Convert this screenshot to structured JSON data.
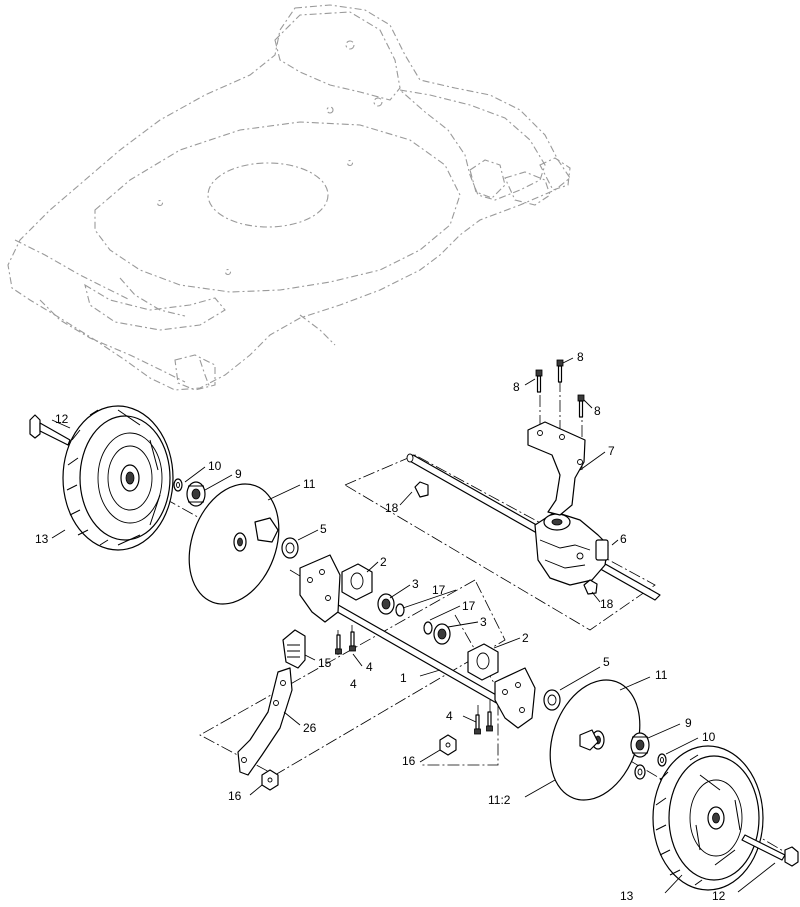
{
  "callouts": {
    "c1": "1",
    "c2a": "2",
    "c2b": "2",
    "c3a": "3",
    "c3b": "3",
    "c4a": "4",
    "c4b": "4",
    "c4c": "4",
    "c5a": "5",
    "c5b": "5",
    "c6": "6",
    "c7": "7",
    "c8a": "8",
    "c8b": "8",
    "c8c": "8",
    "c9a": "9",
    "c9b": "9",
    "c10a": "10",
    "c10b": "10",
    "c11a": "11",
    "c11b": "11",
    "c11c": "11:2",
    "c12a": "12",
    "c12b": "12",
    "c13a": "13",
    "c13b": "13",
    "c15": "15",
    "c16a": "16",
    "c16b": "16",
    "c17a": "17",
    "c17b": "17",
    "c18a": "18",
    "c18b": "18",
    "c26": "26"
  }
}
